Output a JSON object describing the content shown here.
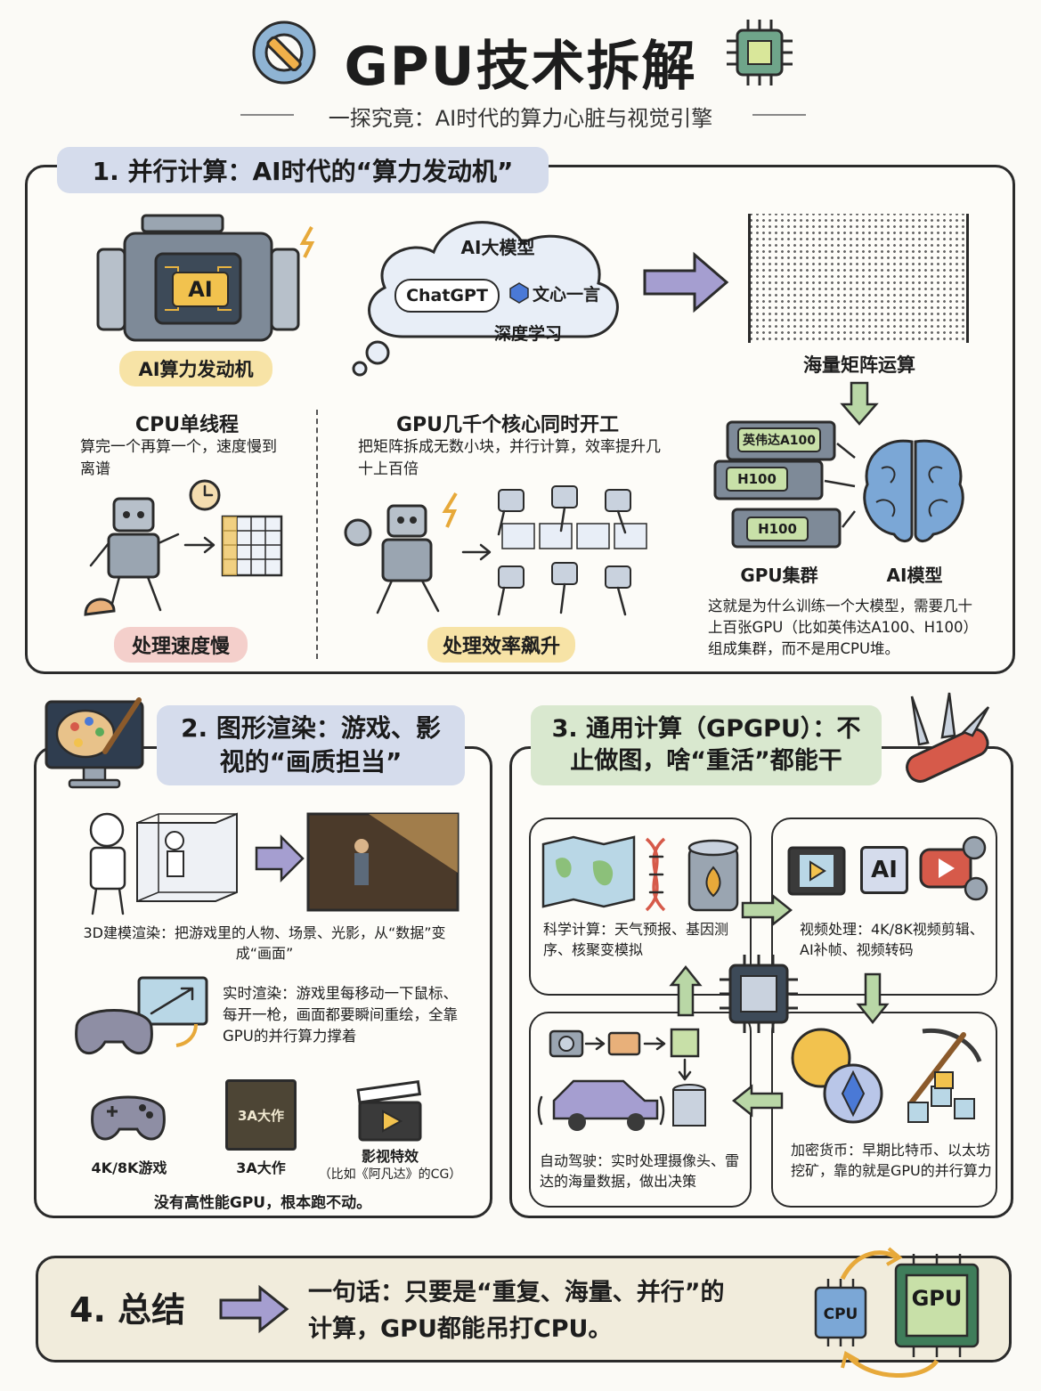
{
  "header": {
    "title": "GPU技术拆解",
    "subtitle": "一探究竟：AI时代的算力心脏与视觉引擎"
  },
  "section1": {
    "heading": "1. 并行计算：AI时代的“算力发动机”",
    "engine_chip": "AI",
    "engine_label": "AI算力发动机",
    "cloud_title": "AI大模型",
    "cloud_chatgpt": "ChatGPT",
    "cloud_wenxin": "文心一言",
    "cloud_deep": "深度学习",
    "matrix_label": "海量矩阵运算",
    "cpu_title": "CPU单线程",
    "cpu_desc": "算完一个再算一个，速度慢到离谱",
    "cpu_pill": "处理速度慢",
    "gpu_title": "GPU几千个核心同时开工",
    "gpu_desc": "把矩阵拆成无数小块，并行计算，效率提升几十上百倍",
    "gpu_pill": "处理效率飙升",
    "card1": "英伟达A100",
    "card2": "H100",
    "card3": "H100",
    "cluster_label": "GPU集群",
    "brain_label": "AI模型",
    "note": "这就是为什么训练一个大模型，需要几十上百张GPU（比如英伟达A100、H100）组成集群，而不是用CPU堆。"
  },
  "section2": {
    "heading": "2. 图形渲染：游戏、影视的“画质担当”",
    "model_desc": "3D建模渲染：把游戏里的人物、场景、光影，从“数据”变成“画面”",
    "realtime_desc": "实时渲染：游戏里每移动一下鼠标、每开一枪，画面都要瞬间重绘，全靠GPU的并行算力撑着",
    "item1": "4K/8K游戏",
    "item2": "3A大作",
    "item2_cover": "3A大作",
    "item3": "影视特效",
    "item3_sub": "（比如《阿凡达》的CG）",
    "footer": "没有高性能GPU，根本跑不动。"
  },
  "section3": {
    "heading": "3. 通用计算（GPGPU）：不止做图，啥“重活”都能干",
    "sci": "科学计算：天气预报、基因测序、核聚变模拟",
    "video_ai": "AI",
    "video": "视频处理：4K/8K视频剪辑、AI补帧、视频转码",
    "auto": "自动驾驶：实时处理摄像头、雷达的海量数据，做出决策",
    "crypto": "加密货币：早期比特币、以太坊挖矿，靠的就是GPU的并行算力"
  },
  "section4": {
    "heading": "4. 总结",
    "text": "一句话：只要是“重复、海量、并行”的计算，GPU都能吊打CPU。",
    "cpu_chip": "CPU",
    "gpu_chip": "GPU"
  },
  "colors": {
    "heading_blue": "#d5dcec",
    "heading_green": "#d9e8cf",
    "pill_red": "#f4cfcb",
    "pill_yellow": "#f7e3a6",
    "summary_bg": "#f1ecdc",
    "arrow_purple": "#a59ed0",
    "arrow_green": "#b9d7a6"
  }
}
